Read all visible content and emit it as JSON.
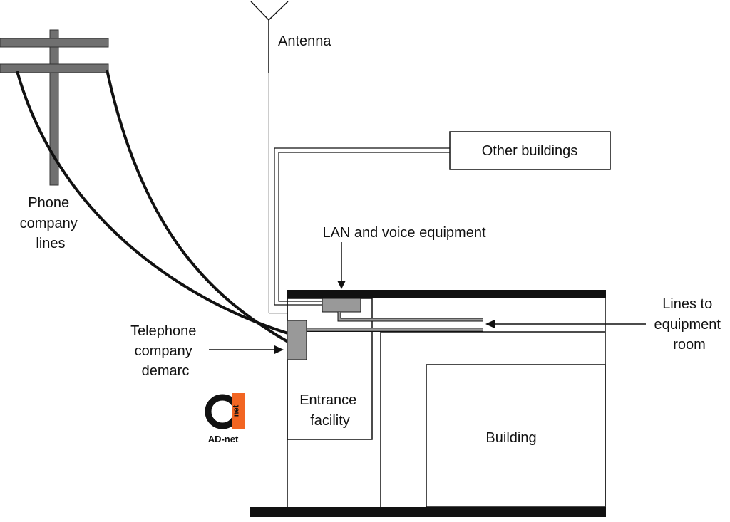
{
  "labels": {
    "antenna": "Antenna",
    "other_buildings": "Other buildings",
    "phone_company_lines": [
      "Phone",
      "company",
      "lines"
    ],
    "lan_voice": "LAN and voice equipment",
    "lines_to_equipment_room": [
      "Lines to",
      "equipment",
      "room"
    ],
    "telephone_demarc": [
      "Telephone",
      "company",
      "demarc"
    ],
    "entrance_facility": [
      "Entrance",
      "facility"
    ],
    "building": "Building"
  },
  "logo": {
    "mark": "a",
    "tag": "net",
    "name": "AD-net"
  },
  "colors": {
    "line": "#111111",
    "equipment": "#999999",
    "pole": "#707070",
    "logo_accent": "#f26522"
  }
}
